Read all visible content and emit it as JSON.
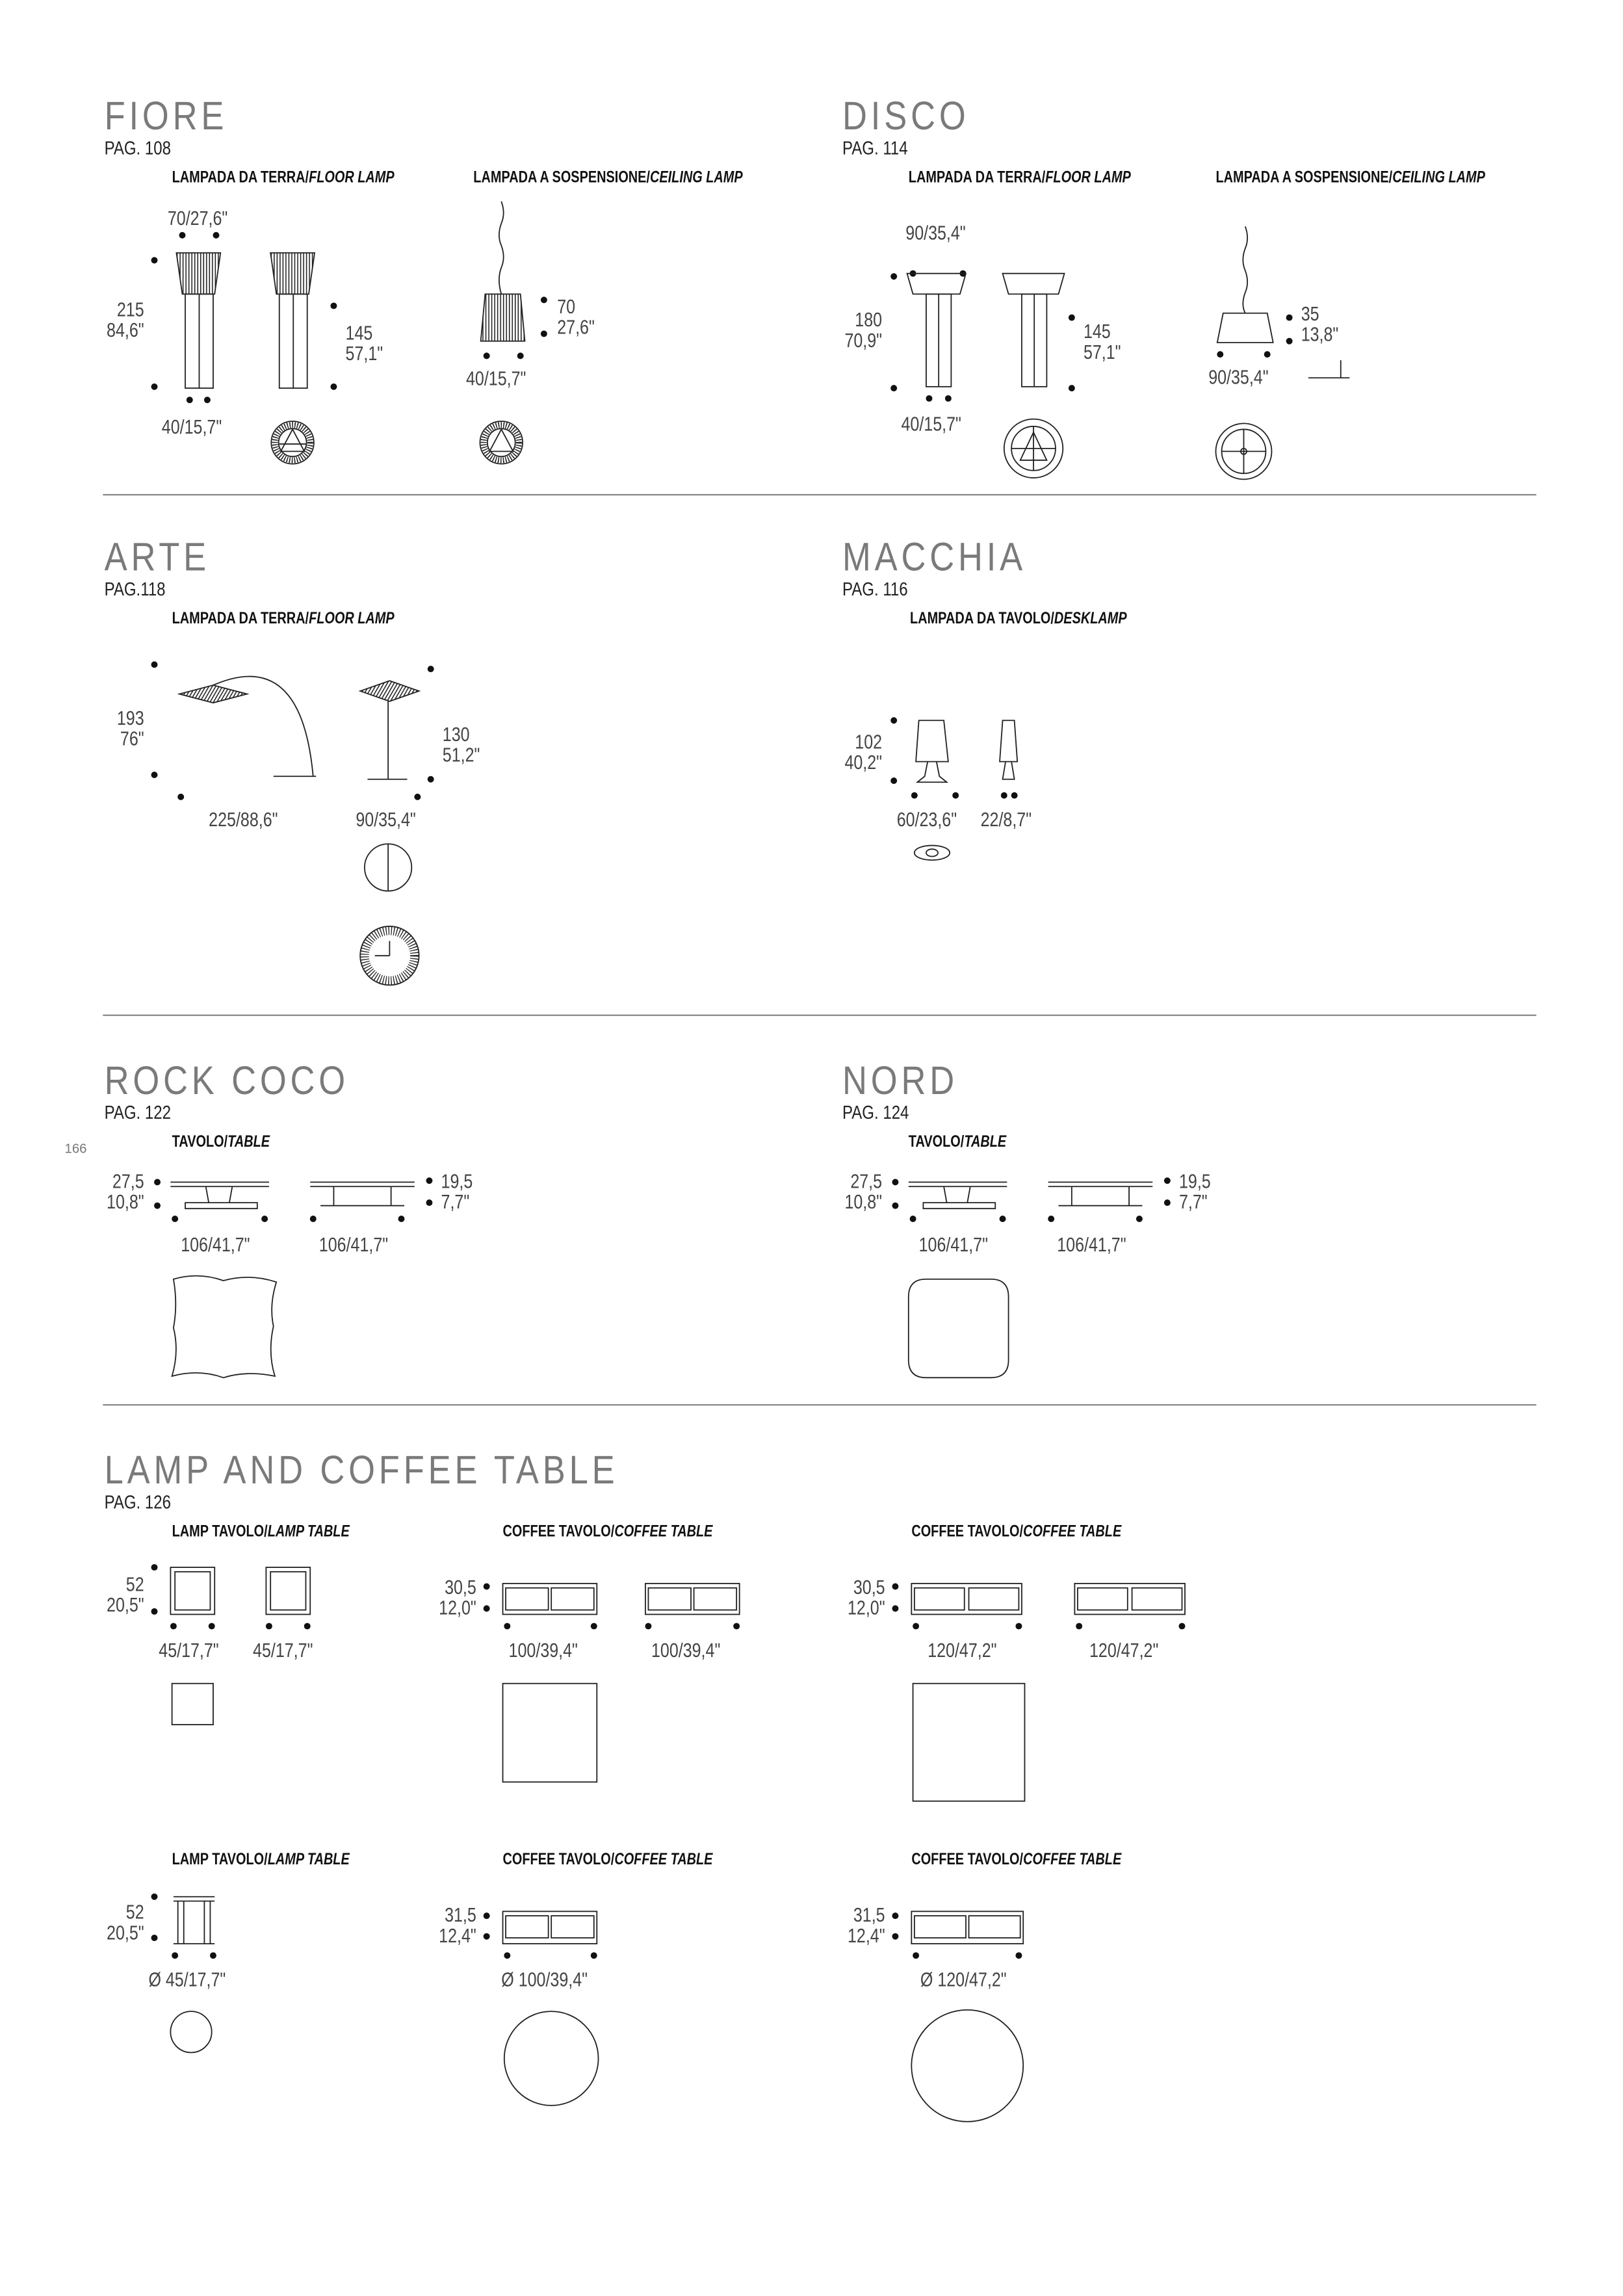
{
  "page_number": "166",
  "fiore": {
    "title": "FIORE",
    "page": "PAG. 108",
    "floor_label": "LAMPADA DA TERRA/",
    "floor_label_en": "FLOOR LAMP",
    "ceiling_label": "LAMPADA A SOSPENSIONE/",
    "ceiling_label_en": "CEILING LAMP",
    "floor_top_width": "70/27,6\"",
    "floor_height": "215\n84,6\"",
    "floor_stem_height": "145\n57,1\"",
    "floor_base": "40/15,7\"",
    "ceiling_height": "70\n27,6\"",
    "ceiling_width": "40/15,7\""
  },
  "disco": {
    "title": "DISCO",
    "page": "PAG. 114",
    "floor_label": "LAMPADA DA TERRA/",
    "floor_label_en": "FLOOR LAMP",
    "ceiling_label": "LAMPADA A SOSPENSIONE/",
    "ceiling_label_en": "CEILING LAMP",
    "floor_top_width": "90/35,4\"",
    "floor_height": "180\n70,9\"",
    "floor_stem_height": "145\n57,1\"",
    "floor_base": "40/15,7\"",
    "ceiling_height": "35\n13,8\"",
    "ceiling_width": "90/35,4\""
  },
  "arte": {
    "title": "ARTE",
    "page": "PAG.118",
    "floor_label": "LAMPADA DA TERRA/",
    "floor_label_en": "FLOOR LAMP",
    "arc_height": "193\n76\"",
    "arc_width": "225/88,6\"",
    "stand_height": "130\n51,2\"",
    "stand_width": "90/35,4\""
  },
  "macchia": {
    "title": "MACCHIA",
    "page": "PAG. 116",
    "desk_label": "LAMPADA DA TAVOLO/",
    "desk_label_en": "DESKLAMP",
    "height": "102\n40,2\"",
    "width_large": "60/23,6\"",
    "width_small": "22/8,7\""
  },
  "rock_coco": {
    "title": "ROCK COCO",
    "page": "PAG. 122",
    "table_label": "TAVOLO/",
    "table_label_en": "TABLE",
    "height_a": "27,5\n10,8\"",
    "height_b": "19,5\n7,7\"",
    "width_a": "106/41,7\"",
    "width_b": "106/41,7\""
  },
  "nord": {
    "title": "NORD",
    "page": "PAG. 124",
    "table_label": "TAVOLO/",
    "table_label_en": "TABLE",
    "height_a": "27,5\n10,8\"",
    "height_b": "19,5\n7,7\"",
    "width_a": "106/41,7\"",
    "width_b": "106/41,7\""
  },
  "lamp_coffee": {
    "title": "LAMP AND COFFEE TABLE",
    "page": "PAG. 126",
    "lamp_label": "LAMP TAVOLO/",
    "lamp_label_en": "LAMP TABLE",
    "coffee_label": "COFFEE TAVOLO/",
    "coffee_label_en": "COFFEE TABLE",
    "sq_lamp_height": "52\n20,5\"",
    "sq_lamp_w1": "45/17,7\"",
    "sq_lamp_w2": "45/17,7\"",
    "sq_c100_height": "30,5\n12,0\"",
    "sq_c100_w1": "100/39,4\"",
    "sq_c100_w2": "100/39,4\"",
    "sq_c120_height": "30,5\n12,0\"",
    "sq_c120_w1": "120/47,2\"",
    "sq_c120_w2": "120/47,2\"",
    "rd_lamp_height": "52\n20,5\"",
    "rd_lamp_d": "Ø 45/17,7\"",
    "rd_c100_height": "31,5\n12,4\"",
    "rd_c100_d": "Ø 100/39,4\"",
    "rd_c120_height": "31,5\n12,4\"",
    "rd_c120_d": "Ø 120/47,2\""
  }
}
